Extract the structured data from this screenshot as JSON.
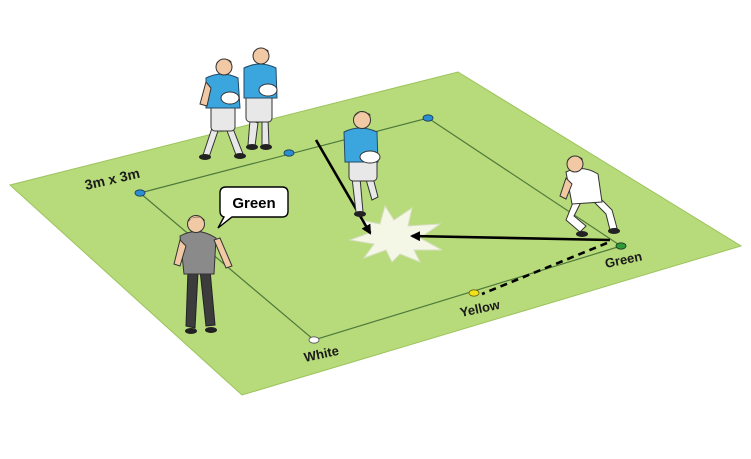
{
  "diagram": {
    "grid_size_label": "3m x 3m",
    "coach_call": "Green",
    "cones": [
      {
        "name": "blue",
        "label": "",
        "color": "#2a8fd0"
      },
      {
        "name": "blue",
        "label": "",
        "color": "#2a8fd0"
      },
      {
        "name": "blue",
        "label": "",
        "color": "#2a8fd0"
      },
      {
        "name": "green",
        "label": "Green",
        "color": "#2e9a3a"
      },
      {
        "name": "yellow",
        "label": "Yellow",
        "color": "#f2e21a"
      },
      {
        "name": "white",
        "label": "White",
        "color": "#ffffff"
      }
    ],
    "colors": {
      "pitch": "#b7da7b",
      "pitch_edge": "#9cc45c",
      "grid_line": "#4f7a3a",
      "attacker_shirt": "#3aa6dd",
      "defender_shirt": "#ffffff",
      "coach_shirt": "#8a8a8a",
      "arrow": "#000000",
      "impact_burst": "#f4f7e6"
    }
  }
}
